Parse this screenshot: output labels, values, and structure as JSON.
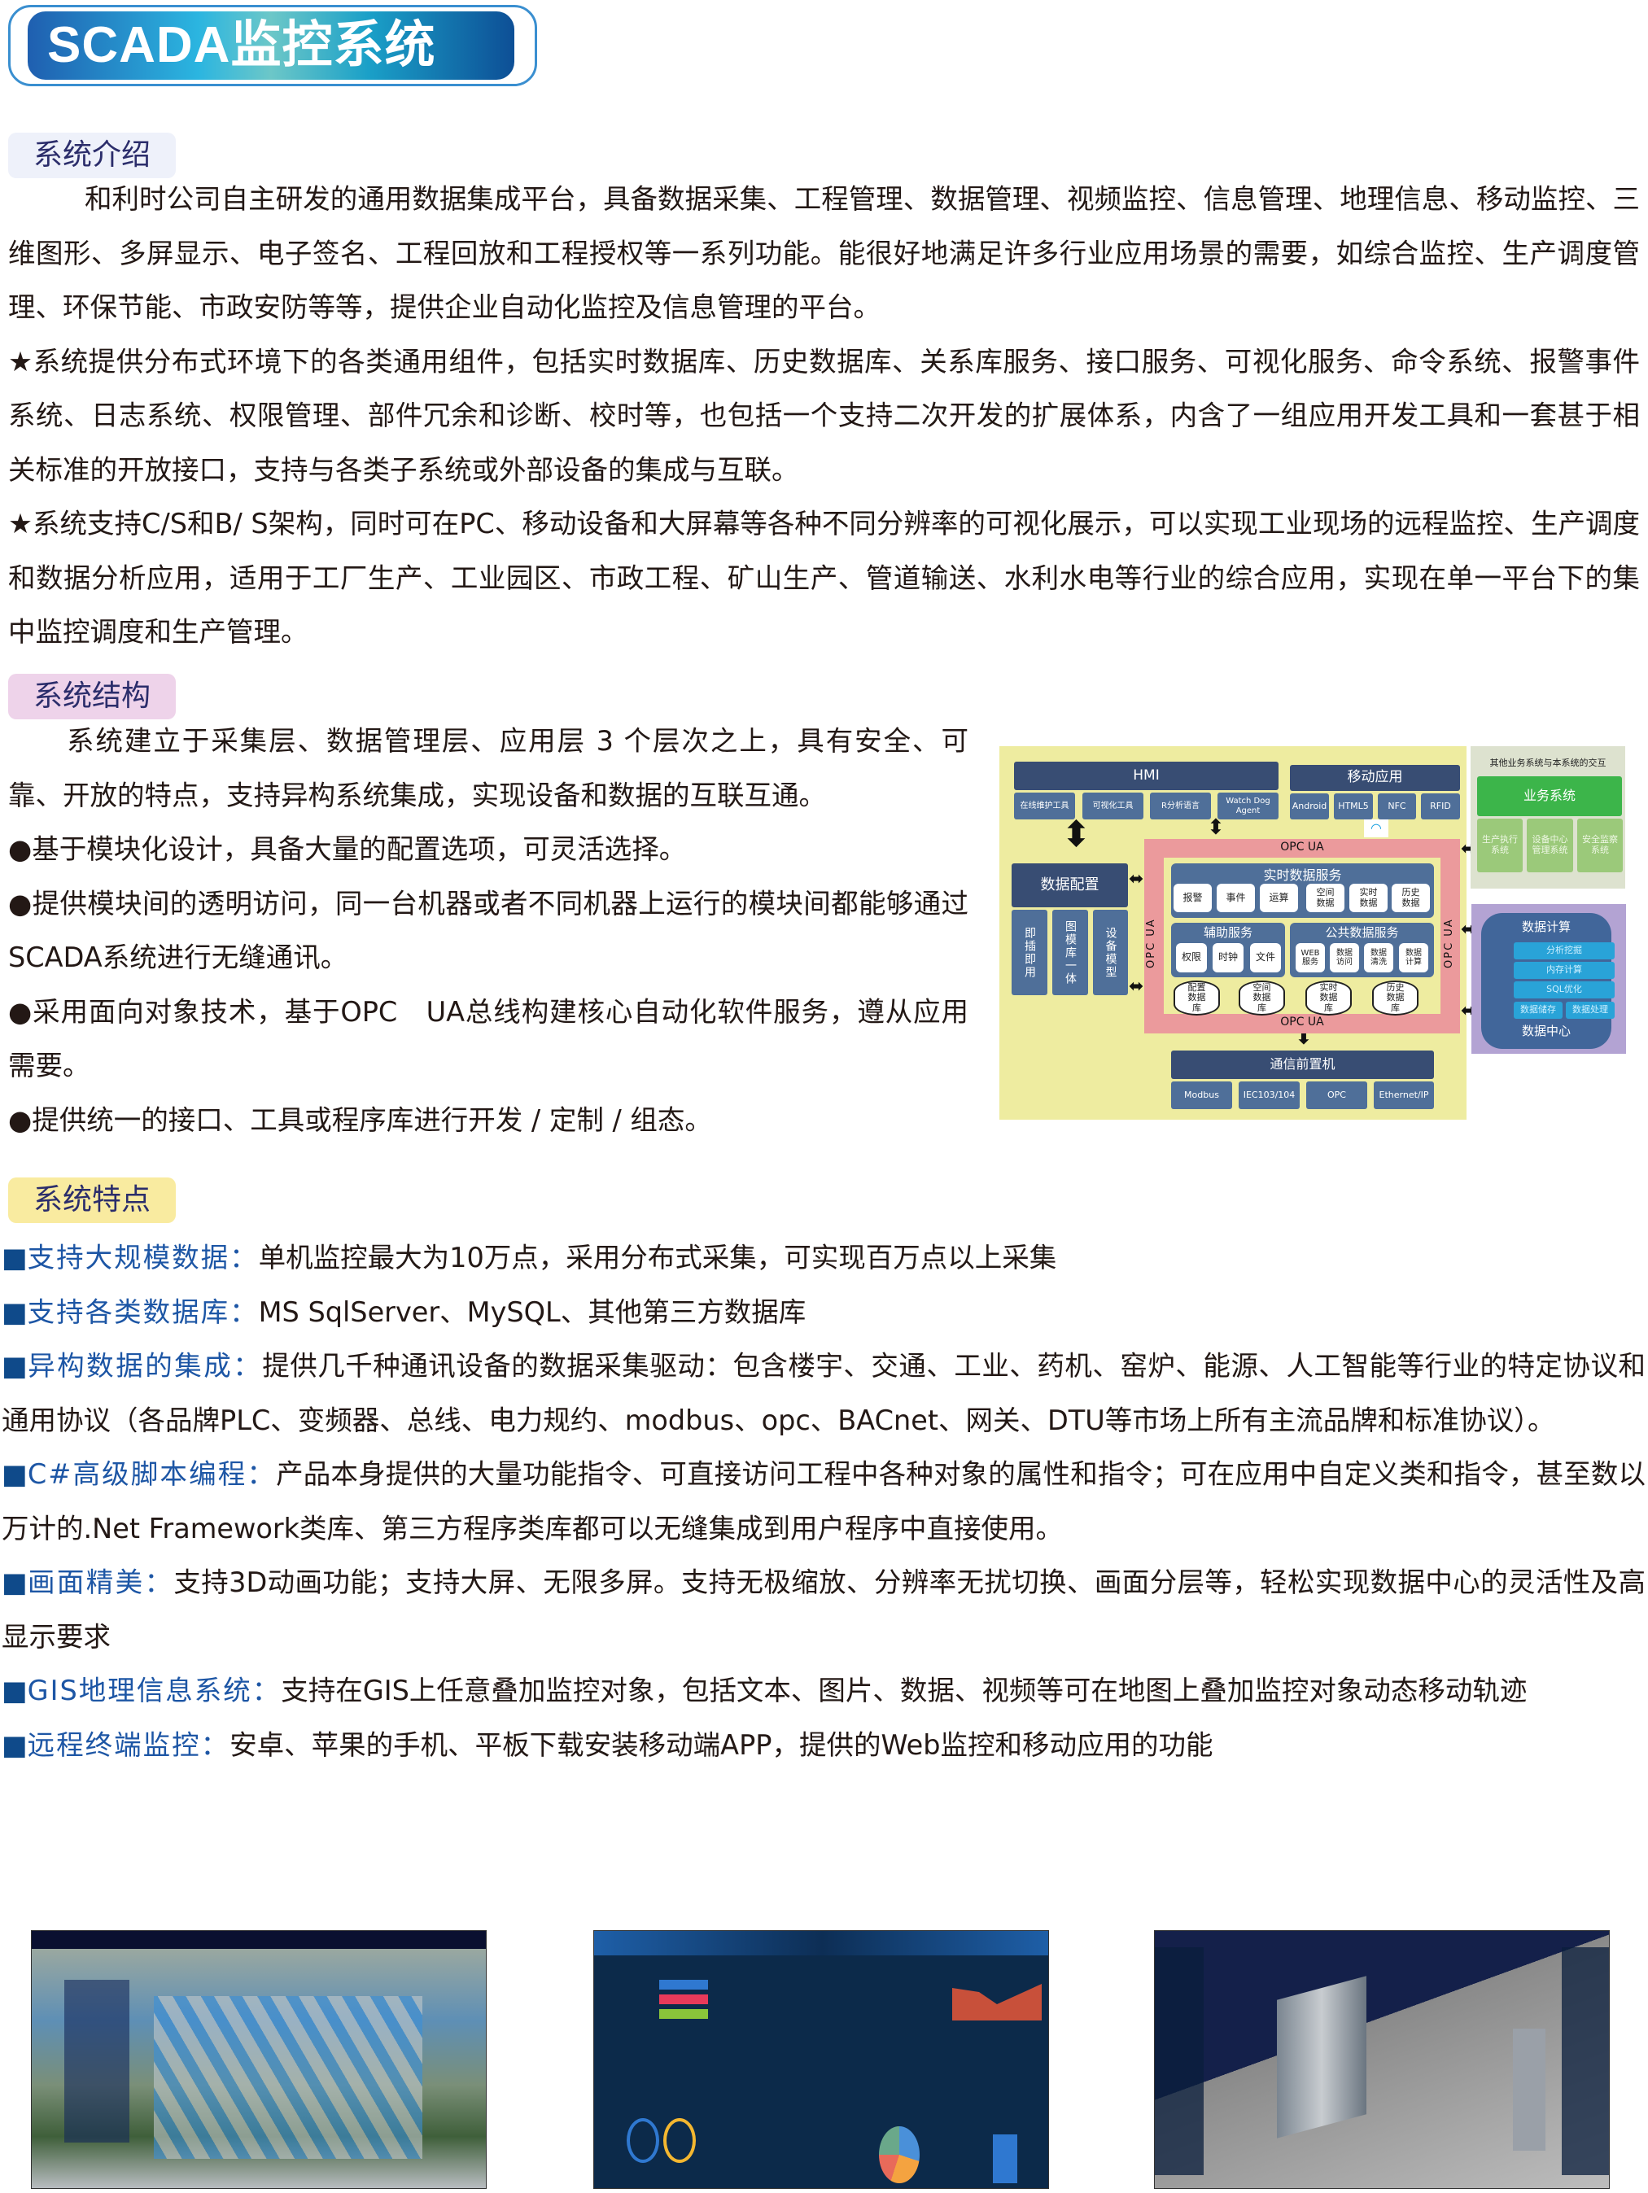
{
  "banner": {
    "title": "SCADA监控系统"
  },
  "sections": {
    "intro": {
      "heading": "系统介绍",
      "paragraphs": [
        "和利时公司自主研发的通用数据集成平台，具备数据采集、工程管理、数据管理、视频监控、信息管理、地理信息、移动监控、三维图形、多屏显示、电子签名、工程回放和工程授权等一系列功能。能很好地满足许多行业应用场景的需要，如综合监控、生产调度管理、环保节能、市政安防等等，提供企业自动化监控及信息管理的平台。",
        "★系统提供分布式环境下的各类通用组件，包括实时数据库、历史数据库、关系库服务、接口服务、可视化服务、命令系统、报警事件系统、日志系统、权限管理、部件冗余和诊断、校时等，也包括一个支持二次开发的扩展体系，内含了一组应用开发工具和一套甚于相关标准的开放接口，支持与各类子系统或外部设备的集成与互联。",
        "★系统支持C/S和B/ S架构，同时可在PC、移动设备和大屏幕等各种不同分辨率的可视化展示，可以实现工业现场的远程监控、生产调度和数据分析应用，适用于工厂生产、工业园区、市政工程、矿山生产、管道输送、水利水电等行业的综合应用，实现在单一平台下的集中监控调度和生产管理。"
      ]
    },
    "structure": {
      "heading": "系统结构",
      "paragraphs": [
        "系统建立于采集层、数据管理层、应用层 3 个层次之上，具有安全、可靠、开放的特点，支持异构系统集成，实现设备和数据的互联互通。",
        "●基于模块化设计，具备大量的配置选项，可灵活选择。",
        "●提供模块间的透明访问，同一台机器或者不同机器上运行的模块间都能够通过 SCADA系统进行无缝通讯。",
        "●采用面向对象技术，基于OPC　UA总线构建核心自动化软件服务，遵从应用需要。",
        "●提供统一的接口、工具或程序库进行开发 / 定制 / 组态。"
      ]
    },
    "features": {
      "heading": "系统特点",
      "items": [
        {
          "label": "支持大规模数据：",
          "text": "单机监控最大为10万点，采用分布式采集，可实现百万点以上采集"
        },
        {
          "label": "支持各类数据库：",
          "text": "MS SqlServer、MySQL、其他第三方数据库"
        },
        {
          "label": "异构数据的集成：",
          "text": "提供几千种通讯设备的数据采集驱动：包含楼宇、交通、工业、药机、窑炉、能源、人工智能等行业的特定协议和通用协议（各品牌PLC、变频器、总线、电力规约、modbus、opc、BACnet、网关、DTU等市场上所有主流品牌和标准协议）。"
        },
        {
          "label": "C#高级脚本编程：",
          "text": "产品本身提供的大量功能指令、可直接访问工程中各种对象的属性和指令；可在应用中自定义类和指令，甚至数以万计的.Net Framework类库、第三方程序类库都可以无缝集成到用户程序中直接使用。"
        },
        {
          "label": "画面精美：",
          "text": "支持3D动画功能；支持大屏、无限多屏。支持无极缩放、分辨率无扰切换、画面分层等，轻松实现数据中心的灵活性及高显示要求"
        },
        {
          "label": "GIS地理信息系统：",
          "text": "支持在GIS上任意叠加监控对象，包括文本、图片、数据、视频等可在地图上叠加监控对象动态移动轨迹"
        },
        {
          "label": "远程终端监控：",
          "text": "安卓、苹果的手机、平板下载安装移动端APP，提供的Web监控和移动应用的功能"
        }
      ]
    }
  },
  "diagram": {
    "hmi": "HMI",
    "hmi_items": [
      "在线维护工具",
      "可视化工具",
      "R分析语言",
      "Watch Dog Agent"
    ],
    "mobile": "移动应用",
    "mobile_items": [
      "Android",
      "HTML5",
      "NFC",
      "RFID"
    ],
    "config": "数据配置",
    "config_items": [
      "即插即用",
      "图模库一体",
      "设备模型"
    ],
    "opc": "OPC UA",
    "realtime": "实时数据服务",
    "realtime_items": [
      "报警",
      "事件",
      "运算",
      "空间数据",
      "实时数据",
      "历史数据"
    ],
    "aux": "辅助服务",
    "aux_items": [
      "权限",
      "时钟",
      "文件"
    ],
    "public": "公共数据服务",
    "public_items": [
      "WEB服务",
      "数据访问",
      "数据清洗",
      "数据计算"
    ],
    "dbs": [
      "配置数据库",
      "空间数据库",
      "实时数据库",
      "历史数据库"
    ],
    "comm": "通信前置机",
    "comm_items": [
      "Modbus",
      "IEC103/104",
      "OPC",
      "Ethernet/IP"
    ],
    "other_title": "其他业务系统与本系统的交互",
    "biz": "业务系统",
    "biz_items": [
      "生产执行系统",
      "设备中心管理系统",
      "安全监察系统"
    ],
    "calc": "数据计算",
    "calc_items": [
      "分析挖掘",
      "内存计算",
      "SQL优化",
      "数据储存",
      "数据处理"
    ],
    "center": "数据中心"
  },
  "colors": {
    "feature_label": "#1d56a5",
    "intro_tab": "#eef1fa",
    "structure_tab": "#eed3ea",
    "features_tab": "#f9eba0",
    "diagram_bg": "#eeeca0",
    "opc_bg": "#eb9a9c"
  }
}
